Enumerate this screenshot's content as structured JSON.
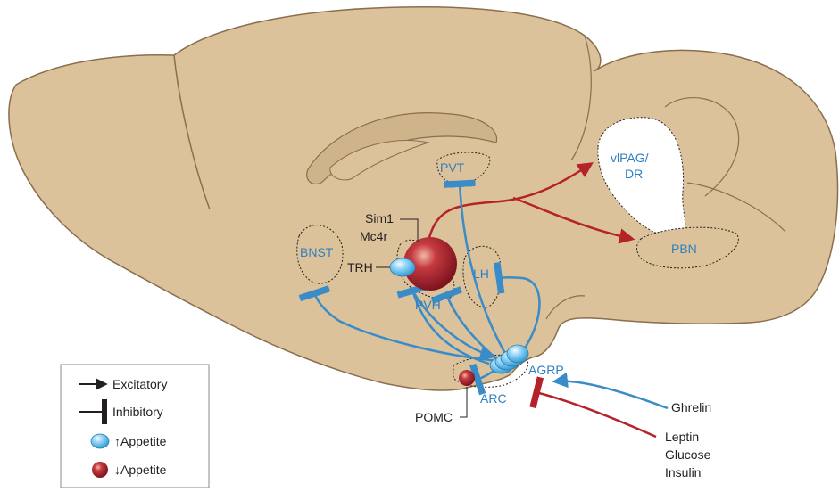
{
  "regions": {
    "pvt": "PVT",
    "bnst": "BNST",
    "lh": "LH",
    "pvh": "PVH",
    "arc": "ARC",
    "agrp": "AGRP",
    "vlpag_line1": "vlPAG/",
    "vlpag_line2": "DR",
    "pbn": "PBN"
  },
  "markers": {
    "sim1": "Sim1",
    "mc4r": "Mc4r",
    "trh": "TRH",
    "pomc": "POMC"
  },
  "inputs": {
    "ghrelin": "Ghrelin",
    "leptin": "Leptin",
    "glucose": "Glucose",
    "insulin": "Insulin"
  },
  "legend": {
    "excitatory": "Excitatory",
    "inhibitory": "Inhibitory",
    "appetite_up": "↑Appetite",
    "appetite_down": "↓Appetite"
  },
  "colors": {
    "brain": "#dcc29a",
    "brain_outline": "#8a6e4e",
    "excitatory_red": "#b5232a",
    "inhibitory_blue": "#3a8cc8",
    "agrp_neuron": "#7fcbef",
    "pomc_neuron": "#a82430",
    "label_blue": "#2f7fc1"
  }
}
